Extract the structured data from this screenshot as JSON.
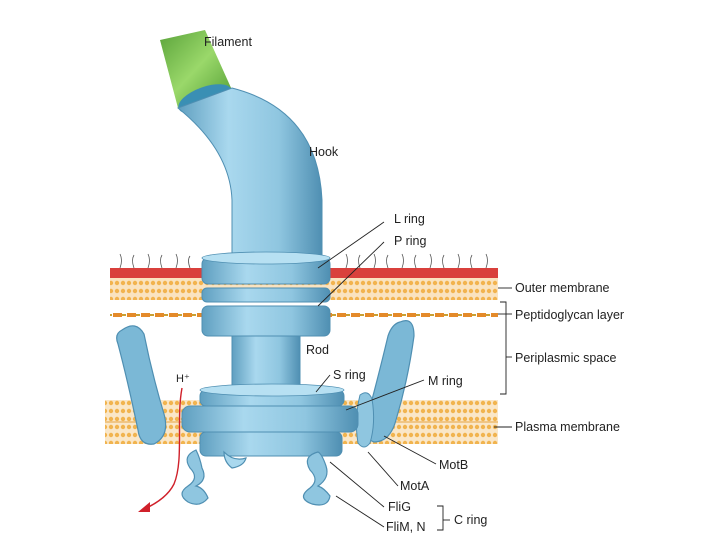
{
  "labels": {
    "filament": "Filament",
    "hook": "Hook",
    "l_ring": "L ring",
    "p_ring": "P ring",
    "outer_membrane": "Outer membrane",
    "peptidoglycan": "Peptidoglycan layer",
    "periplasmic": "Periplasmic space",
    "rod": "Rod",
    "s_ring": "S ring",
    "m_ring": "M ring",
    "h_plus": "H⁺",
    "plasma_membrane": "Plasma membrane",
    "motb": "MotB",
    "mota": "MotA",
    "flig": "FliG",
    "flim": "FliM, N",
    "c_ring": "C ring"
  },
  "colors": {
    "shaft": "#8fc6e0",
    "shaft_dark": "#5f9fc0",
    "filament": "#7cc24a",
    "outer_membrane_top": "#d93b3b",
    "lipid": "#f0b04a",
    "peptidoglycan": "#e8902e",
    "arrow": "#d0202a"
  }
}
